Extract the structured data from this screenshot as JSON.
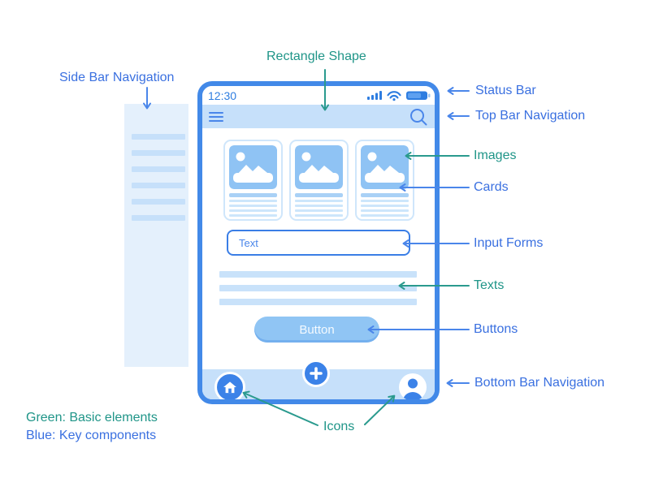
{
  "colors": {
    "label_blue": "#3a70e0",
    "label_green": "#1f9588",
    "arrow_blue": "#4a86ea",
    "arrow_green": "#2a9a8e",
    "phone_border": "#4289e8",
    "bar_bg": "#c6e0fa",
    "icon_blue": "#3b82e8",
    "status_blue": "#2e7de0",
    "image_placeholder": "#8fc3f4",
    "card_border": "#cfe6fb",
    "card_line": "#cde6fb",
    "card_title_line": "#a9d1f6",
    "text_line": "#c9e2fa",
    "sidebar_bg": "#e4f0fc",
    "sidebar_line": "#c6e0fa",
    "button_bg": "#90c5f4",
    "button_shadow": "#74b0ee",
    "input_border": "#3a7ee6"
  },
  "annotations": {
    "rectangle_shape": "Rectangle Shape",
    "side_bar_navigation": "Side Bar Navigation",
    "status_bar": "Status Bar",
    "top_bar_navigation": "Top Bar Navigation",
    "images": "Images",
    "cards": "Cards",
    "input_forms": "Input Forms",
    "texts": "Texts",
    "buttons": "Buttons",
    "bottom_bar_navigation": "Bottom Bar Navigation",
    "icons": "Icons",
    "legend_green": "Green: Basic elements",
    "legend_blue": "Blue: Key components"
  },
  "phone": {
    "status_bar": {
      "time": "12:30",
      "icons": [
        "signal-icon",
        "wifi-icon",
        "battery-icon"
      ]
    },
    "top_bar": {
      "icons": [
        "menu-icon",
        "search-icon"
      ]
    },
    "cards_count": 3,
    "input": {
      "value": "",
      "placeholder": "Text"
    },
    "button": {
      "label": "Button"
    },
    "bottom_bar": {
      "icons": [
        "home-icon",
        "add-icon",
        "profile-icon"
      ]
    }
  },
  "sidebar": {
    "item_count": 6
  }
}
